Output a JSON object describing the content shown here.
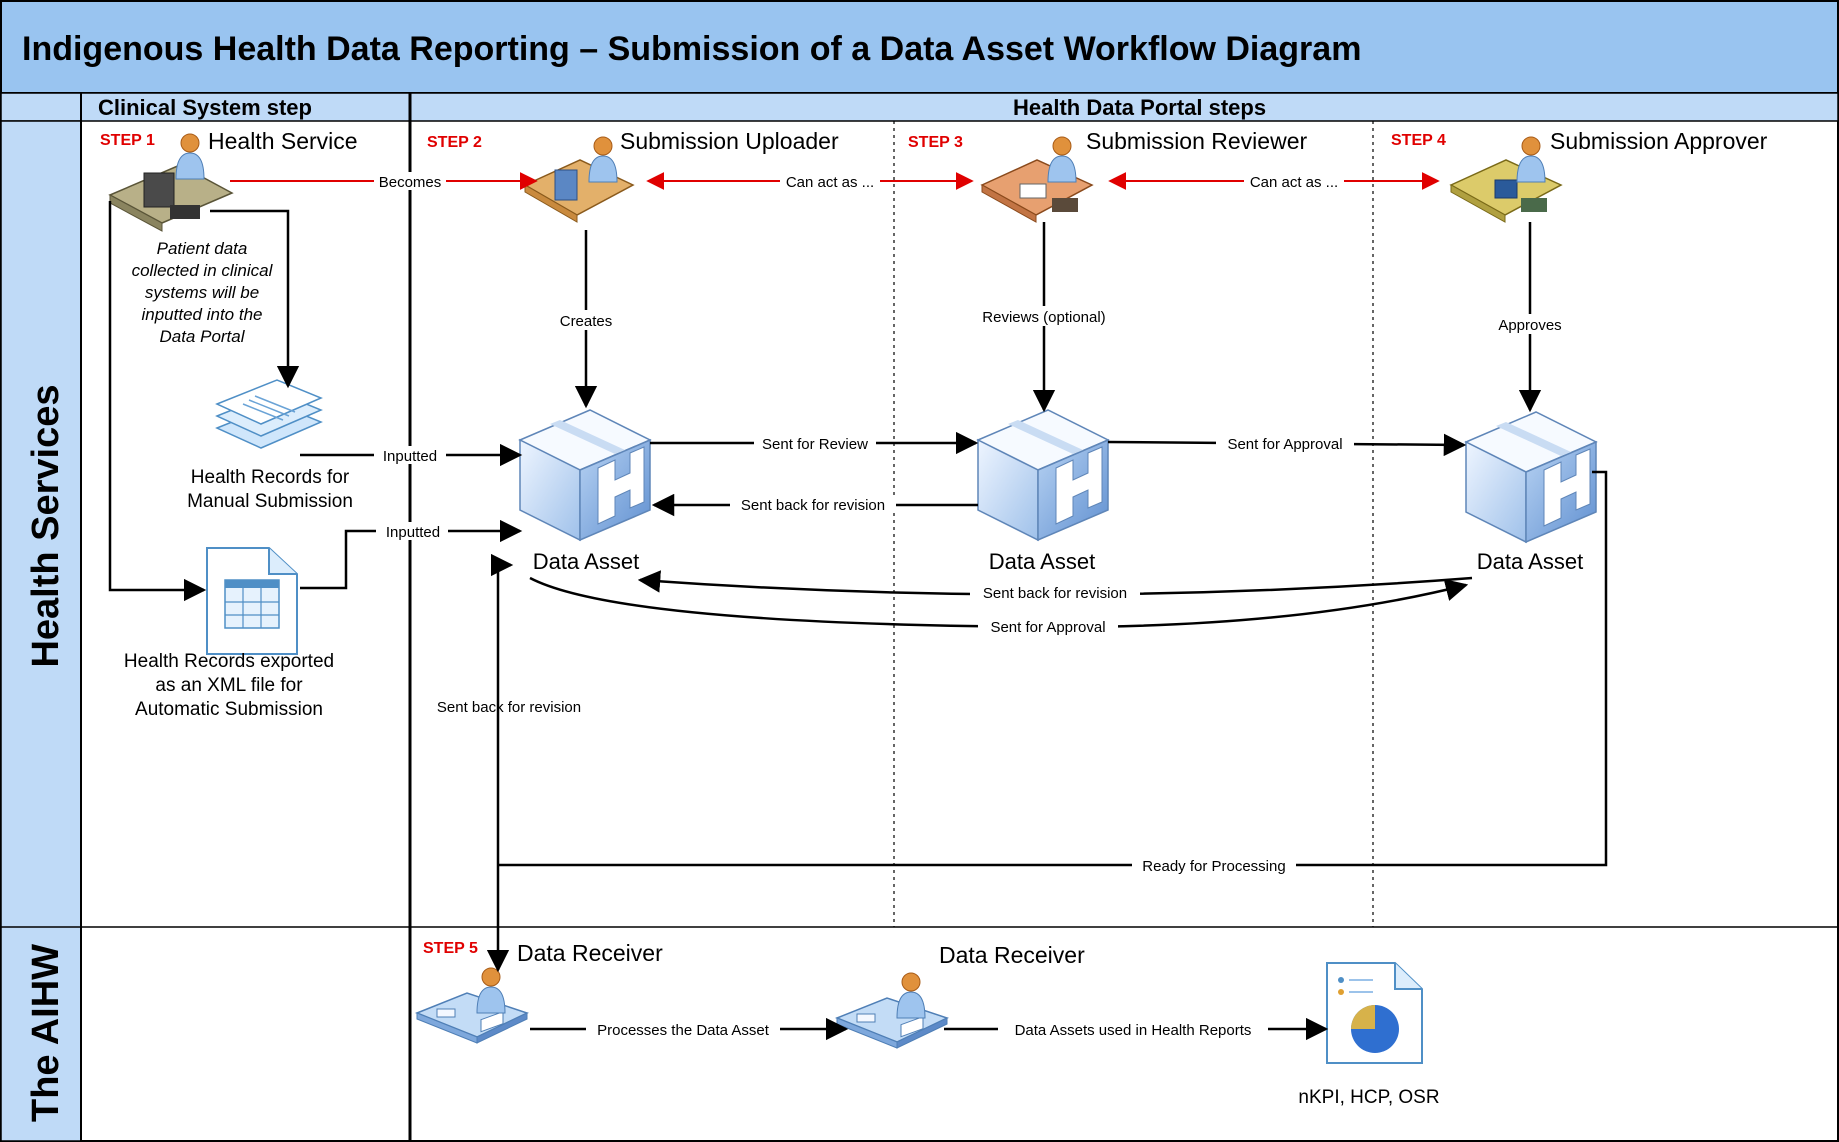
{
  "title": "Indigenous Health Data Reporting – Submission of a Data Asset Workflow Diagram",
  "headers": {
    "clinical": "Clinical System step",
    "portal": "Health Data Portal steps"
  },
  "lanes": {
    "health_services": "Health Services",
    "aihw": "The AIHW"
  },
  "steps": {
    "s1": "STEP 1",
    "s2": "STEP 2",
    "s3": "STEP 3",
    "s4": "STEP 4",
    "s5": "STEP 5"
  },
  "roles": {
    "health_service": "Health Service",
    "uploader": "Submission Uploader",
    "reviewer": "Submission Reviewer",
    "approver": "Submission Approver",
    "receiver1": "Data Receiver",
    "receiver2": "Data Receiver"
  },
  "note": {
    "line1": "Patient data",
    "line2": "collected in clinical",
    "line3": "systems will be",
    "line4": "inputted into the",
    "line5": "Data Portal"
  },
  "captions": {
    "manual1": "Health Records for",
    "manual2": "Manual Submission",
    "xml1": "Health Records exported",
    "xml2": "as an XML file for",
    "xml3": "Automatic Submission",
    "asset1": "Data Asset",
    "asset2": "Data Asset",
    "asset3": "Data Asset",
    "report": "nKPI, HCP, OSR"
  },
  "arrows": {
    "becomes": "Becomes",
    "can_act_1": "Can act as ...",
    "can_act_2": "Can act as ...",
    "creates": "Creates",
    "reviews": "Reviews (optional)",
    "approves": "Approves",
    "inputted_1": "Inputted",
    "inputted_2": "Inputted",
    "sent_for_review": "Sent for Review",
    "sent_back_1": "Sent back for revision",
    "sent_for_approval_1": "Sent for Approval",
    "sent_back_2": "Sent back for revision",
    "sent_for_approval_2": "Sent for Approval",
    "sent_back_3": "Sent back for revision",
    "ready": "Ready for Processing",
    "processes": "Processes the Data Asset",
    "used_in_reports": "Data Assets used in Health Reports"
  },
  "colors": {
    "title_bar": "#99c4f0",
    "header_bar": "#bfdaf7",
    "lane_bar": "#bfdaf7",
    "step_text": "#e00000",
    "red_arrow": "#e00000"
  }
}
